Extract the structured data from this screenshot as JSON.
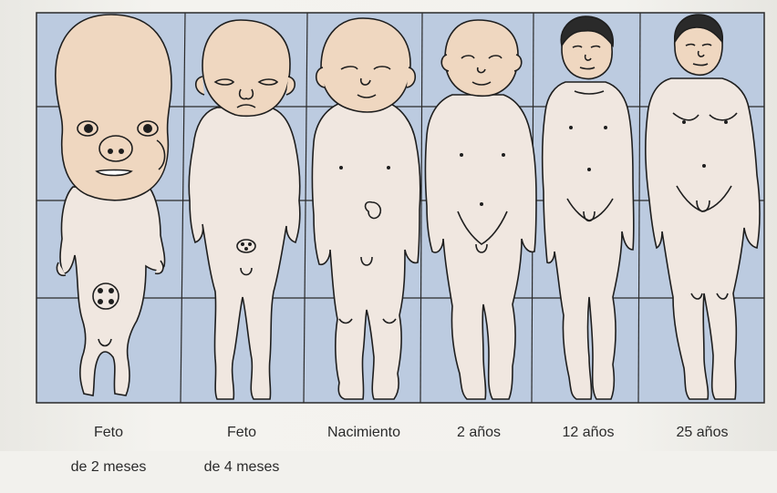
{
  "colors": {
    "grid_background": "#bccbe0",
    "grid_lines": "#2a2a2a",
    "skin_head": "#efd7c0",
    "skin_body": "#f0e7e0",
    "outline": "#1e1e1e"
  },
  "stages": [
    {
      "id": "feto-2",
      "label_line1": "Feto",
      "label_line2": "de 2 meses"
    },
    {
      "id": "feto-4",
      "label_line1": "Feto",
      "label_line2": "de 4 meses"
    },
    {
      "id": "nacimiento",
      "label_line1": "Nacimiento",
      "label_line2": ""
    },
    {
      "id": "2-anos",
      "label_line1": "2 años",
      "label_line2": ""
    },
    {
      "id": "12-anos",
      "label_line1": "12 años",
      "label_line2": ""
    },
    {
      "id": "25-anos",
      "label_line1": "25 años",
      "label_line2": ""
    }
  ]
}
